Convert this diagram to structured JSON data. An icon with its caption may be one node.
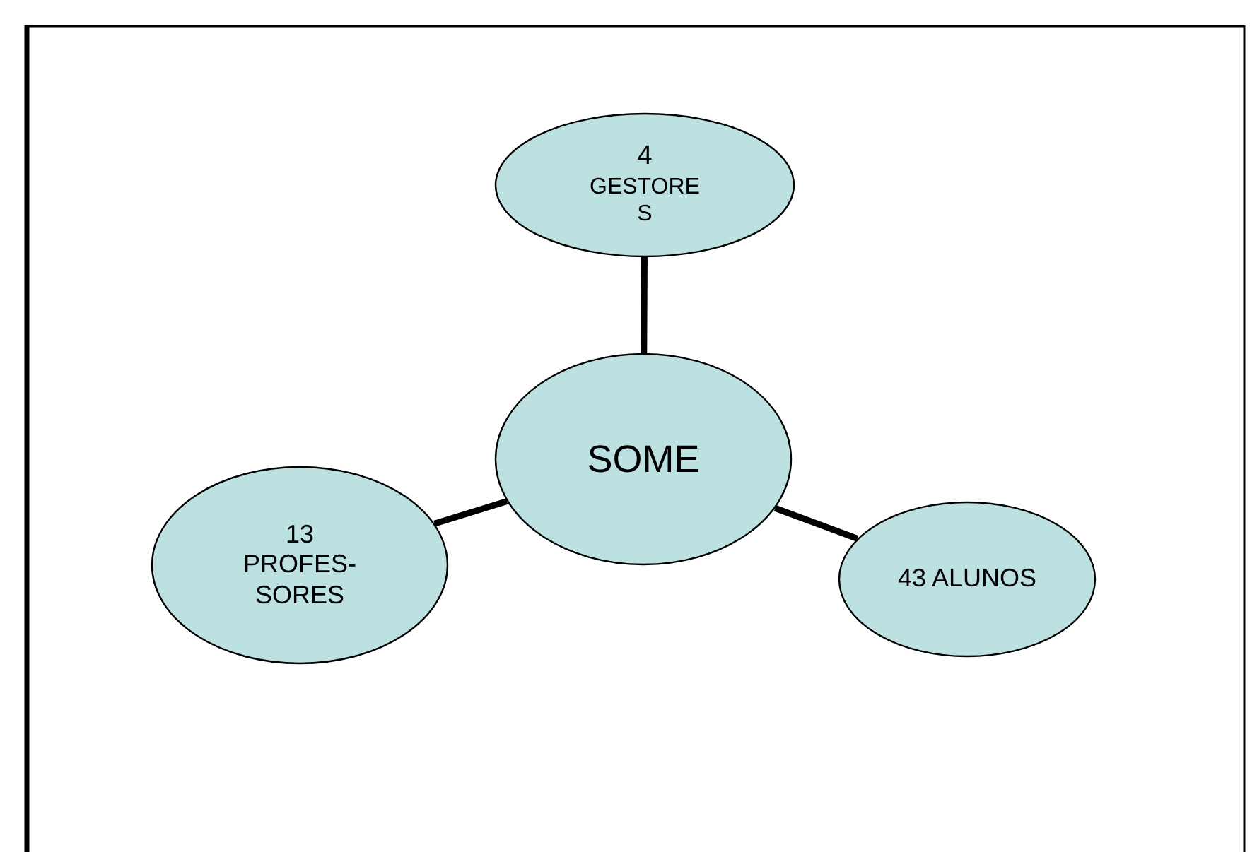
{
  "diagram": {
    "nodes": [
      {
        "text": [
          "4",
          "GESTORE S"
        ]
      },
      {
        "text": [
          "SOME"
        ]
      },
      {
        "text": [
          "13 PROFES- SORES"
        ]
      },
      {
        "text": [
          "43 ALUNOS"
        ]
      }
    ],
    "edges": [
      {
        "from": 1,
        "to": 0,
        "arrow": "none"
      },
      {
        "from": 1,
        "to": 2,
        "arrow": "none"
      },
      {
        "from": 1,
        "to": 3,
        "arrow": "none"
      }
    ]
  }
}
